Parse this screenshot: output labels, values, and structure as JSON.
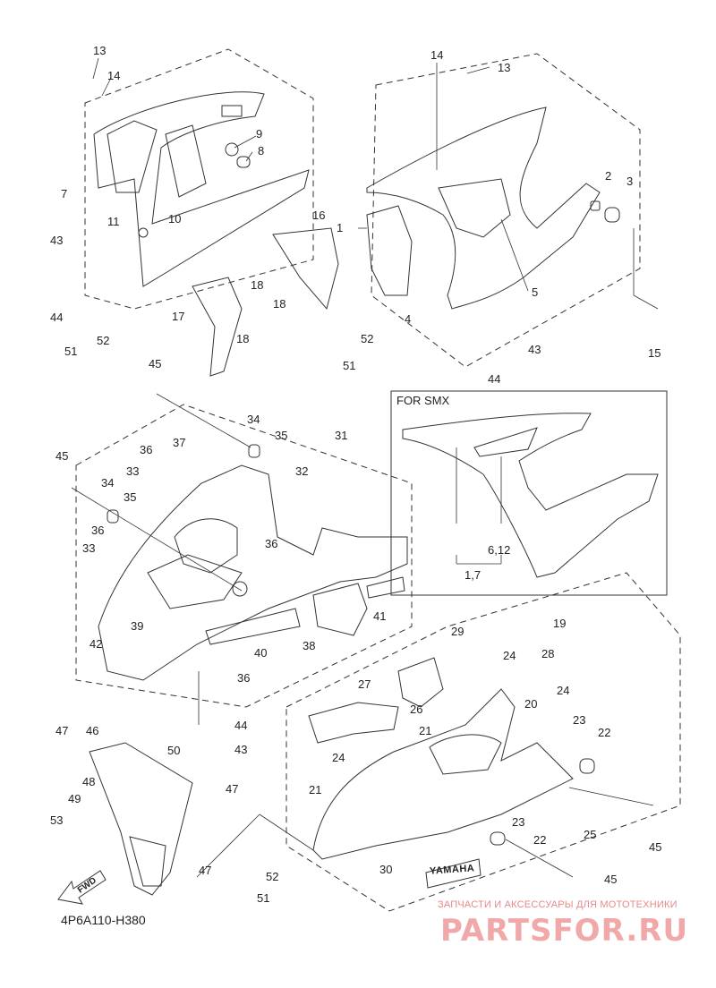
{
  "diagram_code": "4P6A110-H380",
  "smx_box_title": "FOR SMX",
  "logo_text": "YAMAHA",
  "fwd_text": "FWD",
  "watermark": {
    "subtitle": "ЗАПЧАСТИ И АКСЕССУАРЫ ДЛЯ МОТОТЕХНИКИ",
    "brand": "PARTSFOR.RU"
  },
  "labels": [
    {
      "id": "13a",
      "text": "13"
    },
    {
      "id": "14a",
      "text": "14"
    },
    {
      "id": "9",
      "text": "9"
    },
    {
      "id": "8",
      "text": "8"
    },
    {
      "id": "7",
      "text": "7"
    },
    {
      "id": "11",
      "text": "11"
    },
    {
      "id": "10",
      "text": "10"
    },
    {
      "id": "43a",
      "text": "43"
    },
    {
      "id": "44a",
      "text": "44"
    },
    {
      "id": "51a",
      "text": "51"
    },
    {
      "id": "52a",
      "text": "52"
    },
    {
      "id": "17",
      "text": "17"
    },
    {
      "id": "18a",
      "text": "18"
    },
    {
      "id": "18b",
      "text": "18"
    },
    {
      "id": "18c",
      "text": "18"
    },
    {
      "id": "16",
      "text": "16"
    },
    {
      "id": "14b",
      "text": "14"
    },
    {
      "id": "13b",
      "text": "13"
    },
    {
      "id": "1",
      "text": "1"
    },
    {
      "id": "2",
      "text": "2"
    },
    {
      "id": "3",
      "text": "3"
    },
    {
      "id": "4",
      "text": "4"
    },
    {
      "id": "5",
      "text": "5"
    },
    {
      "id": "15",
      "text": "15"
    },
    {
      "id": "52b",
      "text": "52"
    },
    {
      "id": "51b",
      "text": "51"
    },
    {
      "id": "44b",
      "text": "44"
    },
    {
      "id": "43b",
      "text": "43"
    },
    {
      "id": "45a",
      "text": "45"
    },
    {
      "id": "34a",
      "text": "34"
    },
    {
      "id": "35a",
      "text": "35"
    },
    {
      "id": "31",
      "text": "31"
    },
    {
      "id": "37",
      "text": "37"
    },
    {
      "id": "36a",
      "text": "36"
    },
    {
      "id": "33a",
      "text": "33"
    },
    {
      "id": "45b",
      "text": "45"
    },
    {
      "id": "34b",
      "text": "34"
    },
    {
      "id": "35b",
      "text": "35"
    },
    {
      "id": "32",
      "text": "32"
    },
    {
      "id": "36b",
      "text": "36"
    },
    {
      "id": "36c",
      "text": "36"
    },
    {
      "id": "33b",
      "text": "33"
    },
    {
      "id": "39",
      "text": "39"
    },
    {
      "id": "42",
      "text": "42"
    },
    {
      "id": "40",
      "text": "40"
    },
    {
      "id": "38",
      "text": "38"
    },
    {
      "id": "41",
      "text": "41"
    },
    {
      "id": "36d",
      "text": "36"
    },
    {
      "id": "612",
      "text": "6,12"
    },
    {
      "id": "17b",
      "text": "1,7"
    },
    {
      "id": "19",
      "text": "19"
    },
    {
      "id": "29",
      "text": "29"
    },
    {
      "id": "24a",
      "text": "24"
    },
    {
      "id": "28",
      "text": "28"
    },
    {
      "id": "27",
      "text": "27"
    },
    {
      "id": "26",
      "text": "26"
    },
    {
      "id": "20",
      "text": "20"
    },
    {
      "id": "24b",
      "text": "24"
    },
    {
      "id": "21a",
      "text": "21"
    },
    {
      "id": "23a",
      "text": "23"
    },
    {
      "id": "22a",
      "text": "22"
    },
    {
      "id": "24c",
      "text": "24"
    },
    {
      "id": "21b",
      "text": "21"
    },
    {
      "id": "47a",
      "text": "47"
    },
    {
      "id": "46",
      "text": "46"
    },
    {
      "id": "44c",
      "text": "44"
    },
    {
      "id": "43c",
      "text": "43"
    },
    {
      "id": "50",
      "text": "50"
    },
    {
      "id": "48",
      "text": "48"
    },
    {
      "id": "47b",
      "text": "47"
    },
    {
      "id": "49",
      "text": "49"
    },
    {
      "id": "53",
      "text": "53"
    },
    {
      "id": "25",
      "text": "25"
    },
    {
      "id": "45c",
      "text": "45"
    },
    {
      "id": "23b",
      "text": "23"
    },
    {
      "id": "22b",
      "text": "22"
    },
    {
      "id": "30",
      "text": "30"
    },
    {
      "id": "45d",
      "text": "45"
    },
    {
      "id": "47c",
      "text": "47"
    },
    {
      "id": "52c",
      "text": "52"
    },
    {
      "id": "51c",
      "text": "51"
    }
  ]
}
